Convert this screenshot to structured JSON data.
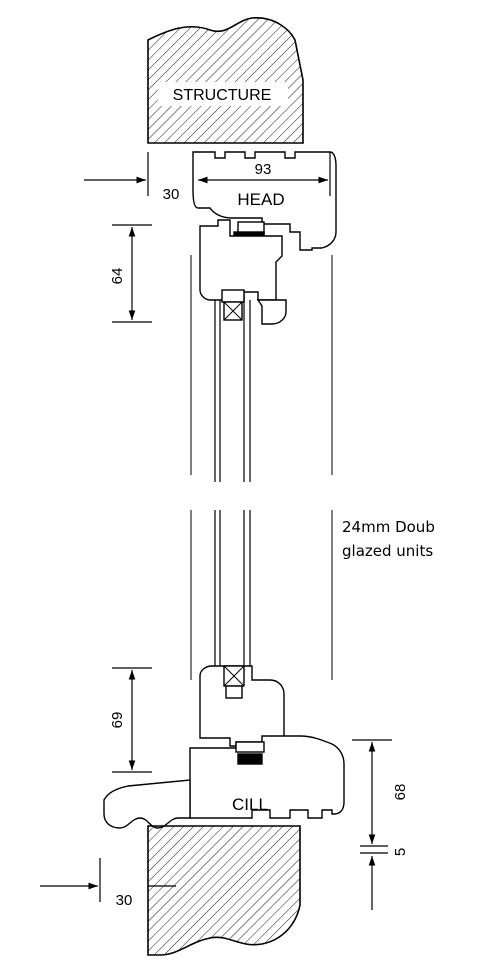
{
  "labels": {
    "structure": "STRUCTURE",
    "head": "HEAD",
    "cill": "CILL"
  },
  "dimensions": {
    "head_depth": "93",
    "head_offset": "30",
    "head_height": "64",
    "cill_height": "69",
    "cill_depth": "68",
    "cill_step": "5",
    "cill_offset": "30"
  },
  "note": {
    "line1": "24mm Doub",
    "line2": "glazed units"
  },
  "colors": {
    "line": "#000000",
    "background": "#ffffff"
  }
}
